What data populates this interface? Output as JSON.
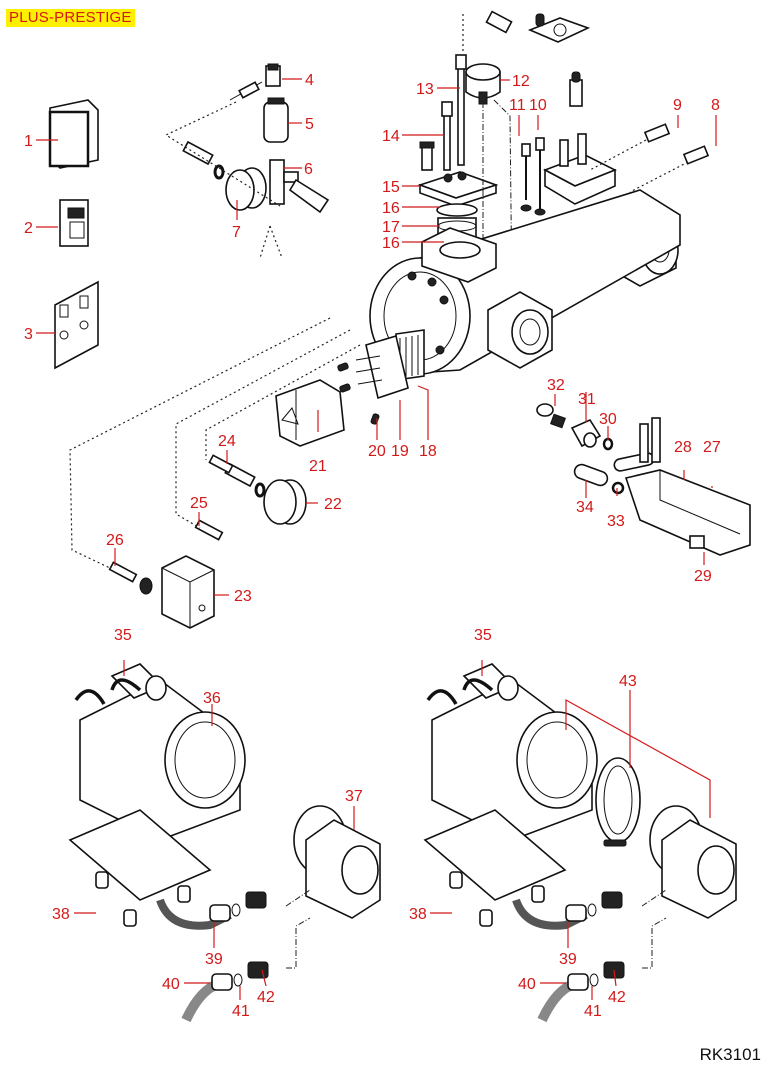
{
  "header": {
    "title": "PLUS-PRESTIGE"
  },
  "footer": {
    "document_id": "RK3101"
  },
  "colors": {
    "callout": "#d21a1a",
    "title_bg": "#ffef00",
    "line": "#111111"
  },
  "callouts": [
    {
      "id": "1",
      "text": "1"
    },
    {
      "id": "2",
      "text": "2"
    },
    {
      "id": "3",
      "text": "3"
    },
    {
      "id": "4",
      "text": "4"
    },
    {
      "id": "5",
      "text": "5"
    },
    {
      "id": "6",
      "text": "6"
    },
    {
      "id": "7",
      "text": "7"
    },
    {
      "id": "8",
      "text": "8"
    },
    {
      "id": "9",
      "text": "9"
    },
    {
      "id": "10",
      "text": "10"
    },
    {
      "id": "11",
      "text": "11"
    },
    {
      "id": "12",
      "text": "12"
    },
    {
      "id": "13",
      "text": "13"
    },
    {
      "id": "14",
      "text": "14"
    },
    {
      "id": "15",
      "text": "15"
    },
    {
      "id": "16a",
      "text": "16"
    },
    {
      "id": "17",
      "text": "17"
    },
    {
      "id": "16b",
      "text": "16"
    },
    {
      "id": "18",
      "text": "18"
    },
    {
      "id": "19",
      "text": "19"
    },
    {
      "id": "20",
      "text": "20"
    },
    {
      "id": "21",
      "text": "21"
    },
    {
      "id": "22",
      "text": "22"
    },
    {
      "id": "23",
      "text": "23"
    },
    {
      "id": "24",
      "text": "24"
    },
    {
      "id": "25",
      "text": "25"
    },
    {
      "id": "26",
      "text": "26"
    },
    {
      "id": "27",
      "text": "27"
    },
    {
      "id": "28",
      "text": "28"
    },
    {
      "id": "29",
      "text": "29"
    },
    {
      "id": "30",
      "text": "30"
    },
    {
      "id": "31",
      "text": "31"
    },
    {
      "id": "32",
      "text": "32"
    },
    {
      "id": "33",
      "text": "33"
    },
    {
      "id": "34",
      "text": "34"
    },
    {
      "id": "35L",
      "text": "35"
    },
    {
      "id": "36",
      "text": "36"
    },
    {
      "id": "37",
      "text": "37"
    },
    {
      "id": "38L",
      "text": "38"
    },
    {
      "id": "39L",
      "text": "39"
    },
    {
      "id": "40L",
      "text": "40"
    },
    {
      "id": "41L",
      "text": "41"
    },
    {
      "id": "42L",
      "text": "42"
    },
    {
      "id": "35R",
      "text": "35"
    },
    {
      "id": "43",
      "text": "43"
    },
    {
      "id": "38R",
      "text": "38"
    },
    {
      "id": "39R",
      "text": "39"
    },
    {
      "id": "40R",
      "text": "40"
    },
    {
      "id": "41R",
      "text": "41"
    },
    {
      "id": "42R",
      "text": "42"
    }
  ]
}
